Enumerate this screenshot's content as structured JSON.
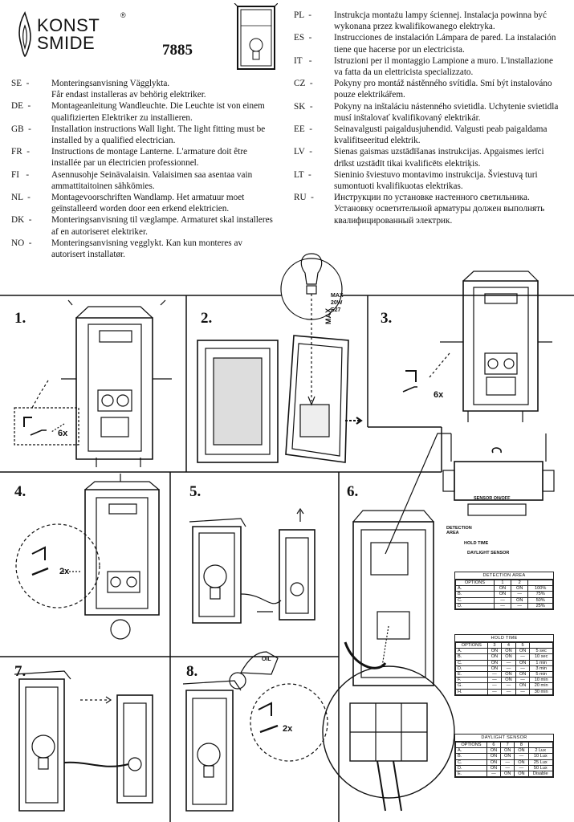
{
  "brand": {
    "name_line1": "KONST",
    "name_line2": "SMIDE",
    "registered": "®"
  },
  "product_number": "7885",
  "languages_left": [
    {
      "code": "SE  -",
      "text": "Monteringsanvisning Vägglykta.\nFår endast installeras av behörig elektriker."
    },
    {
      "code": "DE  -",
      "text": "Montageanleitung Wandleuchte. Die Leuchte ist von einem qualifizierten Elektriker zu installieren."
    },
    {
      "code": "GB  -",
      "text": "Installation instructions Wall light. The light fitting must be installed by a qualified electrician."
    },
    {
      "code": "FR  -",
      "text": "Instructions de montage Lanterne. L'armature doit être installée par un électricien professionnel."
    },
    {
      "code": "FI   -",
      "text": "Asennusohje Seinävalaisin. Valaisimen saa asentaa vain ammattitaitoinen sähkömies."
    },
    {
      "code": "NL  -",
      "text": "Montagevoorschriften Wandlamp. Het armatuur moet geïnstalleerd worden door een erkend elektricien."
    },
    {
      "code": "DK  -",
      "text": "Monteringsanvisning til væglampe. Armaturet skal installeres af en autoriseret elektriker."
    },
    {
      "code": "NO  -",
      "text": "Monteringsanvisning vegglykt. Kan kun monteres av autorisert installatør."
    }
  ],
  "languages_right": [
    {
      "code": "PL  -",
      "text": "Instrukcja montażu lampy ściennej. Instalacja powinna być wykonana przez kwalifikowanego elektryka."
    },
    {
      "code": "ES  -",
      "text": "Instrucciones de instalación Lámpara de pared. La instalación tiene que hacerse por un electricista."
    },
    {
      "code": "IT   -",
      "text": "Istruzioni per il montaggio Lampione a muro. L'installazione va fatta da un elettricista specializzato."
    },
    {
      "code": "CZ  -",
      "text": "Pokyny pro montáž nástěnného svítidla. Smí být instalováno pouze elektrikářem."
    },
    {
      "code": "SK  -",
      "text": "Pokyny na inštaláciu nástenného svietidla. Uchytenie svietidla musí inštalovať kvalifikovaný elektrikár."
    },
    {
      "code": "EE  -",
      "text": "Seinavalgusti paigaldusjuhendid. Valgusti peab paigaldama kvalifitseeritud elektrik."
    },
    {
      "code": "LV  -",
      "text": "Sienas gaismas uzstādīšanas instrukcijas. Apgaismes ierīci drīkst uzstādīt tikai kvalificēts elektriķis."
    },
    {
      "code": "LT  -",
      "text": "Sieninio šviestuvo montavimo instrukcija. Šviestuvą turi sumontuoti kvalifikuotas elektrikas."
    },
    {
      "code": "RU  -",
      "text": "Инструкции по установке настенного светильника. Установку осветительной арматуры должен выполнять квалифицированный электрик."
    }
  ],
  "steps": [
    "1.",
    "2.",
    "3.",
    "4.",
    "5.",
    "6.",
    "7.",
    "8."
  ],
  "multipliers": {
    "step1": "6x",
    "step3": "6x",
    "step4": "2x",
    "step8": "2x"
  },
  "bulb": {
    "line1": "MAX",
    "line2": "20W",
    "line3": "E27"
  },
  "oil_label": "OIL",
  "sensor_labels": {
    "switch": "SENSOR ON/OFF",
    "detection": "DETECTION\nAREA",
    "hold": "HOLD TIME",
    "daylight": "DAYLIGHT SENSOR"
  },
  "tables": {
    "detection_area": {
      "title": "DETECTION AREA",
      "header": [
        "OPTIONS",
        "1",
        "2",
        ""
      ],
      "rows": [
        [
          "A.",
          "ON",
          "ON",
          "100%"
        ],
        [
          "B.",
          "ON",
          "—",
          "75%"
        ],
        [
          "C.",
          "—",
          "ON",
          "50%"
        ],
        [
          "D.",
          "—",
          "—",
          "25%"
        ]
      ]
    },
    "hold_time": {
      "title": "HOLD TIME",
      "header": [
        "OPTIONS",
        "3",
        "4",
        "5",
        ""
      ],
      "rows": [
        [
          "A.",
          "ON",
          "ON",
          "ON",
          "5 sec"
        ],
        [
          "B.",
          "ON",
          "ON",
          "—",
          "10 sec"
        ],
        [
          "C.",
          "ON",
          "—",
          "ON",
          "1 min"
        ],
        [
          "D.",
          "ON",
          "—",
          "—",
          "3 min"
        ],
        [
          "E.",
          "—",
          "ON",
          "ON",
          "5 min"
        ],
        [
          "F.",
          "—",
          "ON",
          "—",
          "10 min"
        ],
        [
          "G.",
          "—",
          "—",
          "ON",
          "20 min"
        ],
        [
          "H.",
          "—",
          "—",
          "—",
          "30 min"
        ]
      ]
    },
    "daylight_sensor": {
      "title": "DAYLIGHT SENSOR",
      "header": [
        "OPTIONS",
        "6",
        "7",
        "8",
        ""
      ],
      "rows": [
        [
          "A.",
          "ON",
          "ON",
          "ON",
          "2 Lux"
        ],
        [
          "B.",
          "ON",
          "ON",
          "—",
          "10 Lux"
        ],
        [
          "C.",
          "ON",
          "—",
          "ON",
          "25 Lux"
        ],
        [
          "D.",
          "ON",
          "—",
          "—",
          "50 Lux"
        ],
        [
          "E.",
          "—",
          "ON",
          "ON",
          "Disable"
        ]
      ]
    }
  }
}
